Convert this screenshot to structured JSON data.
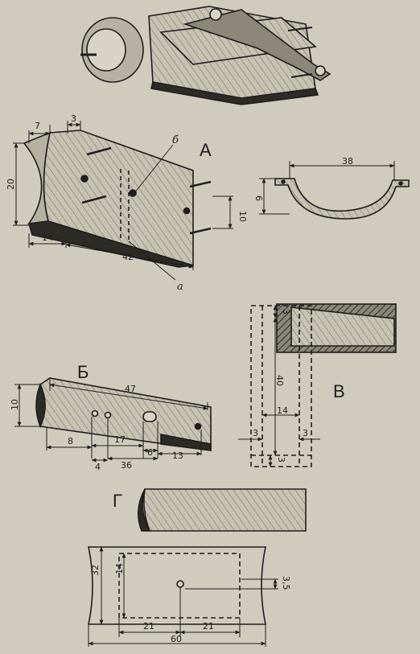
{
  "figure": {
    "views": {
      "A": {
        "letter": "А",
        "labels": {
          "b": "б",
          "a": "а"
        },
        "dims": {
          "w7": "7",
          "w3": "3",
          "h20": "20",
          "w14": "14",
          "w42": "42",
          "h10": "10"
        }
      },
      "strap": {
        "dims": {
          "w38": "38",
          "h9": "9"
        }
      },
      "B": {
        "letter": "Б",
        "dims": {
          "w47": "47",
          "h10": "10",
          "d8": "8",
          "d17": "17",
          "d6": "6",
          "d4": "4",
          "d36": "36",
          "d13": "13"
        }
      },
      "V": {
        "letter": "В",
        "dims": {
          "h3top": "3",
          "h40": "40",
          "w14": "14",
          "w3l": "3",
          "w3r": "3",
          "h3bot": "3"
        }
      },
      "G": {
        "letter": "Г",
        "dims": {
          "h32": "32",
          "h14": "14",
          "h35": "3,5",
          "w21l": "21",
          "w21r": "21",
          "w60": "60"
        }
      }
    }
  }
}
